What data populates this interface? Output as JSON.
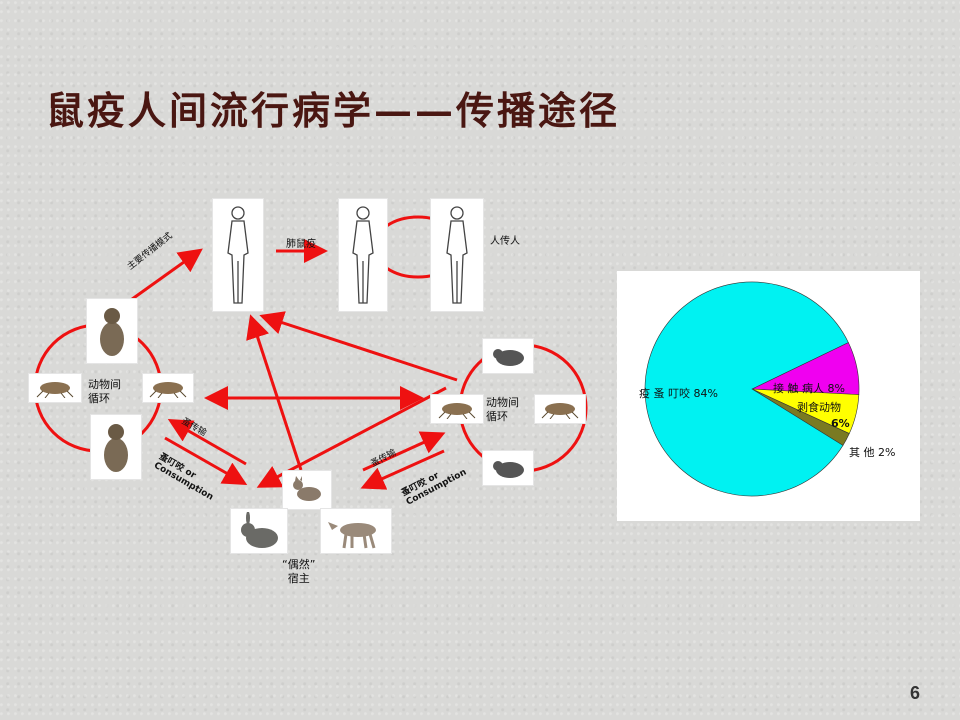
{
  "title": "鼠疫人间流行病学——传播途径",
  "page_number": "6",
  "diagram": {
    "pneumonic_label": "肺鼠疫",
    "human_to_human_label": "人传人",
    "main_mode_label": "主要传播模式",
    "left_cycle_label": [
      "动物间",
      "循环"
    ],
    "right_cycle_label": [
      "动物间",
      "循环"
    ],
    "flea_transmit_left": "蚤传输",
    "flea_bite_left": [
      "蚤叮咬 or",
      "Consumption"
    ],
    "flea_transmit_right": "蚤传输",
    "flea_bite_right": [
      "蚤叮咬 or",
      "Consumption"
    ],
    "incidental_host_label": [
      "“偶然”",
      "宿主"
    ]
  },
  "chart_data": {
    "type": "pie",
    "slices": [
      {
        "label": "疫 蚤 叮咬",
        "value": 84,
        "display": "84%",
        "color": "#00f2f2"
      },
      {
        "label": "接 触 病人",
        "value": 8,
        "display": "8%",
        "color": "#f000f0"
      },
      {
        "label": "剥食动物",
        "value": 6,
        "display": "6%",
        "color": "#ffff00"
      },
      {
        "label": "其 他",
        "value": 2,
        "display": "2%",
        "color": "#7a7a22"
      }
    ]
  }
}
